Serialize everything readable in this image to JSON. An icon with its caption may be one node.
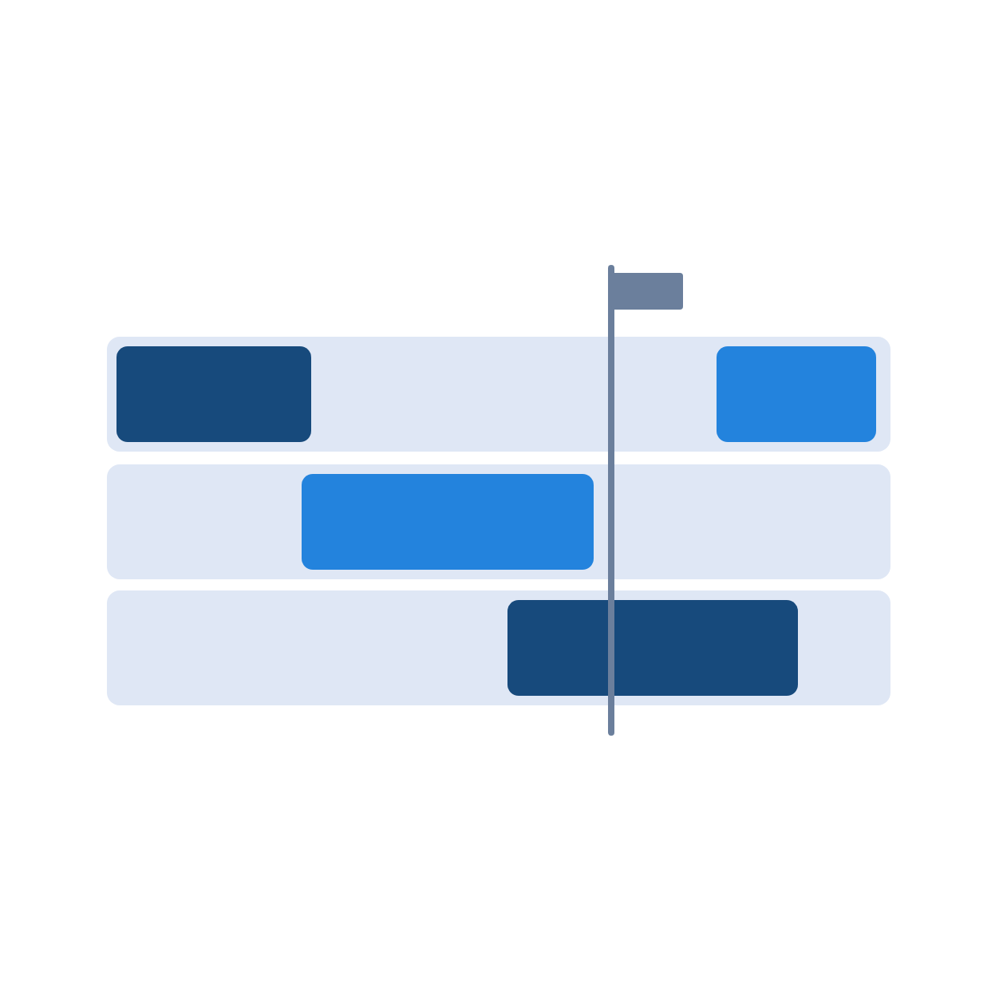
{
  "diagram": {
    "nodes": [
      {
        "text": [],
        "shape": "box"
      },
      {
        "text": [],
        "shape": "bar",
        "in": 0
      },
      {
        "text": [],
        "shape": "bar",
        "in": 0
      },
      {
        "text": [],
        "shape": "box"
      },
      {
        "text": [],
        "shape": "bar",
        "in": 3
      },
      {
        "text": [],
        "shape": "box"
      },
      {
        "text": [],
        "shape": "bar",
        "in": 5
      }
    ]
  }
}
